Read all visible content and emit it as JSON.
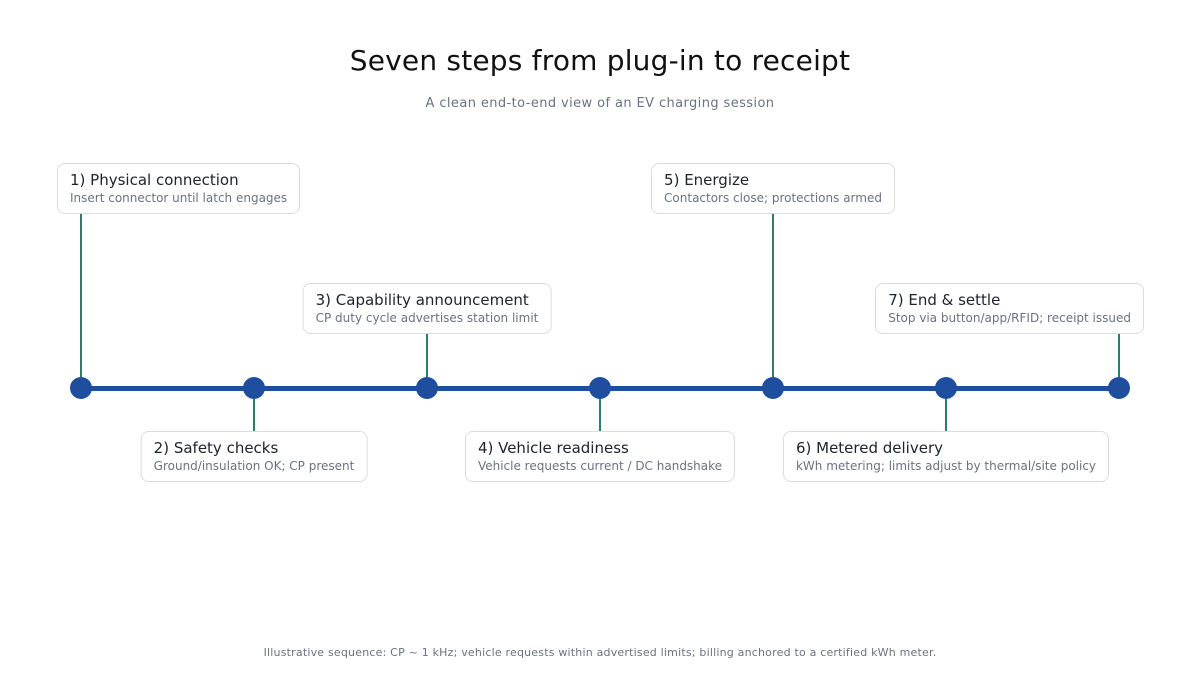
{
  "title": "Seven steps from plug-in to receipt",
  "subtitle": "A clean end-to-end view of an EV charging session",
  "footer": "Illustrative sequence: CP ~ 1 kHz; vehicle requests within advertised limits; billing anchored to a certified kWh meter.",
  "colors": {
    "timeline": "#1f4e9f",
    "connector": "#2e7d6c",
    "box_border": "#d9dce2",
    "title_text": "#111111",
    "card_title_text": "#20242e",
    "muted_text": "#6b7280"
  },
  "steps": [
    {
      "label": "1) Physical connection",
      "detail": "Insert connector until latch engages",
      "side": "top"
    },
    {
      "label": "2) Safety checks",
      "detail": "Ground/insulation OK; CP present",
      "side": "bottom"
    },
    {
      "label": "3) Capability announcement",
      "detail": "CP duty cycle advertises station limit",
      "side": "top"
    },
    {
      "label": "4) Vehicle readiness",
      "detail": "Vehicle requests current / DC handshake",
      "side": "bottom"
    },
    {
      "label": "5) Energize",
      "detail": "Contactors close; protections armed",
      "side": "top"
    },
    {
      "label": "6) Metered delivery",
      "detail": "kWh metering; limits adjust by thermal/site policy",
      "side": "bottom"
    },
    {
      "label": "7) End & settle",
      "detail": "Stop via button/app/RFID; receipt issued",
      "side": "top"
    }
  ]
}
